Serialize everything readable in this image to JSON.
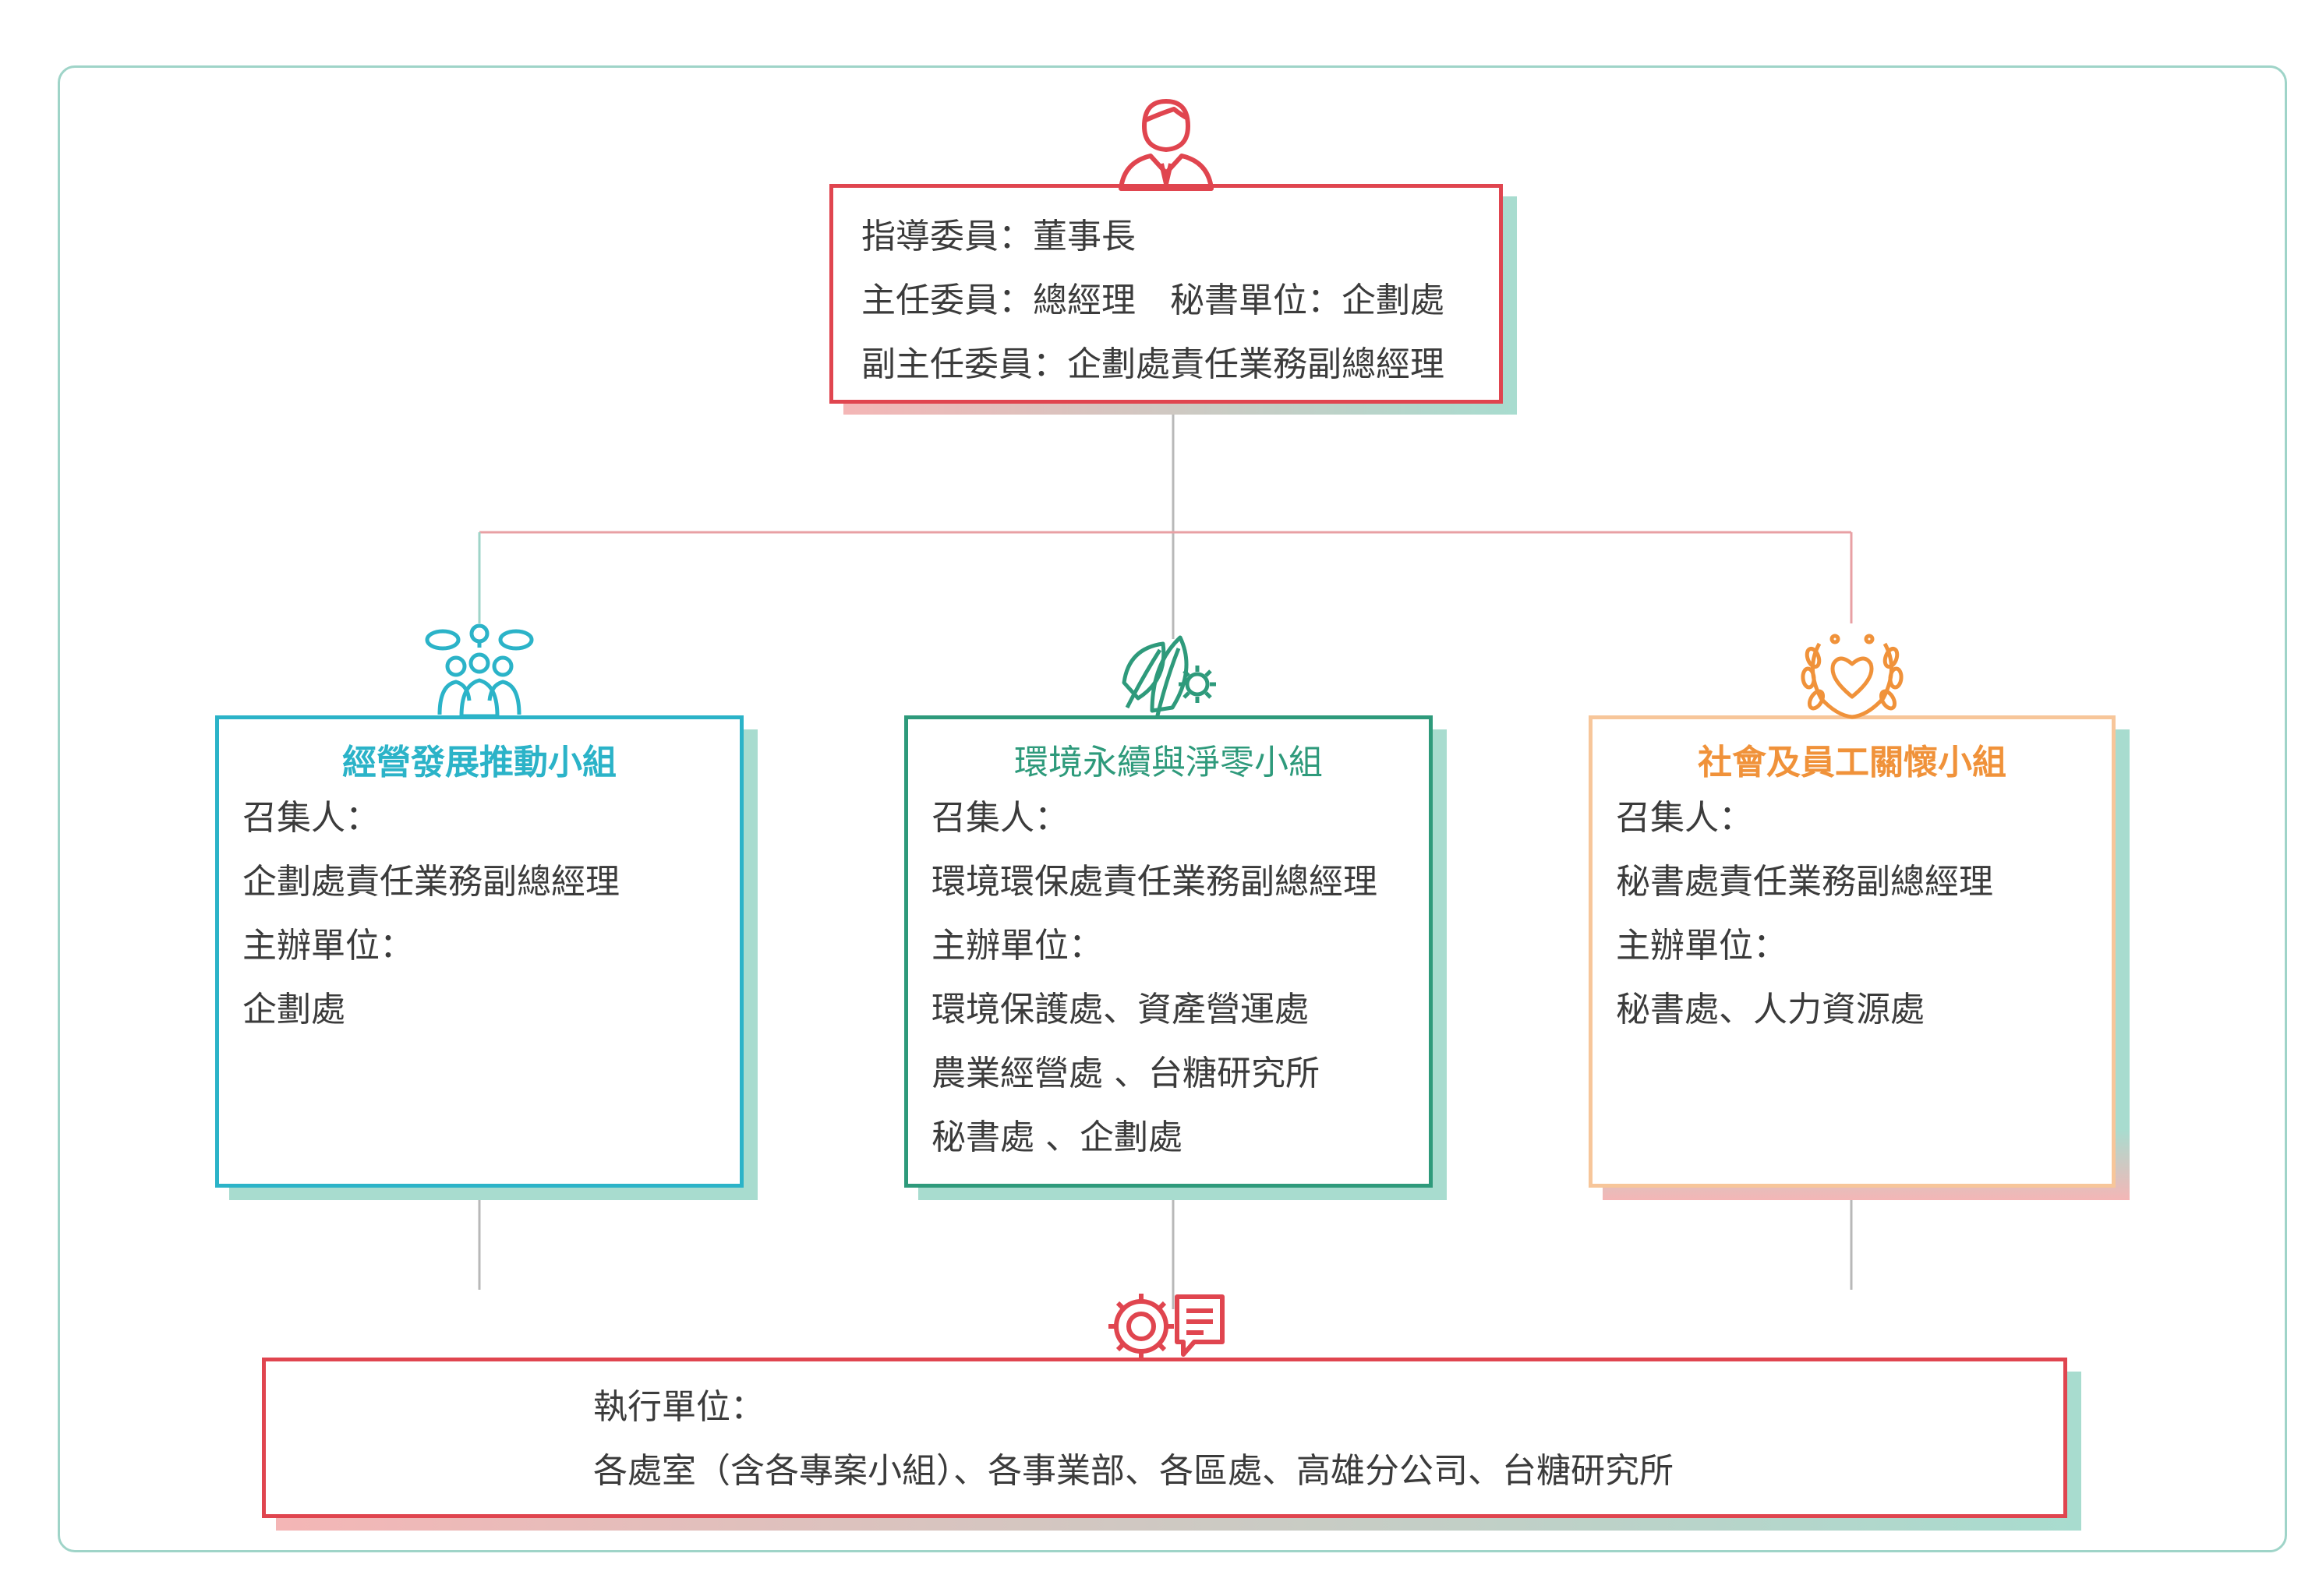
{
  "top": {
    "lines": [
      "指導委員：董事長",
      "主任委員：總經理　秘書單位：企劃處",
      "副主任委員：企劃處責任業務副總經理"
    ],
    "icon": "person-suit-icon",
    "color": "#e0454f"
  },
  "groups": [
    {
      "title": "經營發展推動小組",
      "lines": [
        "召集人：",
        "企劃處責任業務副總經理",
        "主辦單位：",
        "企劃處"
      ],
      "icon": "team-ideas-icon",
      "color": "#2bb3c8"
    },
    {
      "title": "環境永續與淨零小組",
      "lines": [
        "召集人：",
        "環境環保處責任業務副總經理",
        "主辦單位：",
        "環境保護處、資產營運處",
        "農業經營處 、台糖研究所",
        "秘書處 、企劃處"
      ],
      "icon": "leaf-gear-icon",
      "color": "#2e9a7b"
    },
    {
      "title": "社會及員工關懷小組",
      "lines": [
        "召集人：",
        "秘書處責任業務副總經理",
        "主辦單位：",
        "秘書處、人力資源處"
      ],
      "icon": "laurel-heart-icon",
      "color": "#f0923a"
    }
  ],
  "bottom": {
    "lines": [
      "執行單位：",
      "各處室（含各專案小組）、各事業部、各區處、高雄分公司、台糖研究所"
    ],
    "icon": "gear-chat-icon",
    "color": "#e0454f"
  }
}
